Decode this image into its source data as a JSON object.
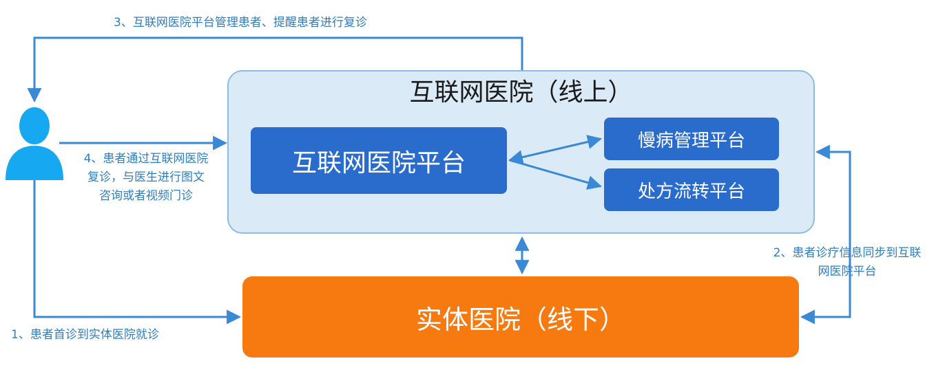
{
  "online": {
    "title": "互联网医院（线上）",
    "platform": "互联网医院平台",
    "chronic": "慢病管理平台",
    "prescription": "处方流转平台"
  },
  "offline": {
    "title": "实体医院（线下）"
  },
  "steps": {
    "step1": "1、患者首诊到实体医院就诊",
    "step2_line1": "2、患者诊疗信息同步到互联",
    "step2_line2": "网医院平台",
    "step3": "3、互联网医院平台管理患者、提醒患者进行复诊",
    "step4_line1": "4、患者通过互联网医院",
    "step4_line2": "复诊，与医生进行图文",
    "step4_line3": "咨询或者视频门诊"
  },
  "colors": {
    "arrow": "#3a89d6",
    "online_panel": "#dbeaf7",
    "online_box": "#2a6ccc",
    "offline_box": "#f77a10",
    "patient_icon": "#16a8f0"
  },
  "icons": {
    "patient": "person-icon"
  }
}
